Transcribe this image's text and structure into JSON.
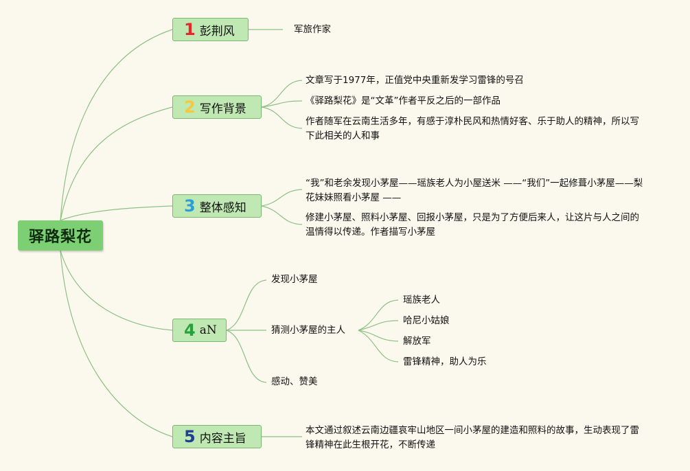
{
  "root": {
    "title": "驿路梨花"
  },
  "branches": [
    {
      "number": "1",
      "number_color": "#e8262b",
      "label": "彭荆风",
      "leaves": [
        "军旅作家"
      ]
    },
    {
      "number": "2",
      "number_color": "#f5c842",
      "label": "写作背景",
      "leaves": [
        "文章写于1977年，正值党中央重新发学习雷锋的号召",
        "《驿路梨花》是“文革”作者平反之后的一部作品",
        "作者随军在云南生活多年，有感于淳朴民风和热情好客、乐于助人的精神，所以写下此相关的人和事"
      ]
    },
    {
      "number": "3",
      "number_color": "#2a9fd8",
      "label": "整体感知",
      "leaves": [
        "“我”和老余发现小茅屋——瑶族老人为小屋送米 ——“我们”一起修葺小茅屋——梨花妹妹照看小茅屋 ——",
        "修建小茅屋、照料小茅屋、回报小茅屋，只是为了方便后来人，让这片与人之间的温情得以传递。作者描写小茅屋"
      ]
    },
    {
      "number": "4",
      "number_color": "#27a23a",
      "label": "aN",
      "leaves": [
        "发现小茅屋",
        "猜测小茅屋的主人",
        "感动、赞美"
      ],
      "subleaves": [
        "瑶族老人",
        "哈尼小姑娘",
        "解放军",
        "雷锋精神，助人为乐"
      ]
    },
    {
      "number": "5",
      "number_color": "#1f3f8f",
      "label": "内容主旨",
      "leaves": [
        "本文通过叙述云南边疆哀牢山地区一间小茅屋的建造和照料的故事，生动表现了雷锋精神在此生根开花，不断传递"
      ]
    }
  ],
  "colors": {
    "line": "#8fbf85",
    "root_bg": "#7ccf73",
    "branch_bg": "#bfe8b3"
  }
}
